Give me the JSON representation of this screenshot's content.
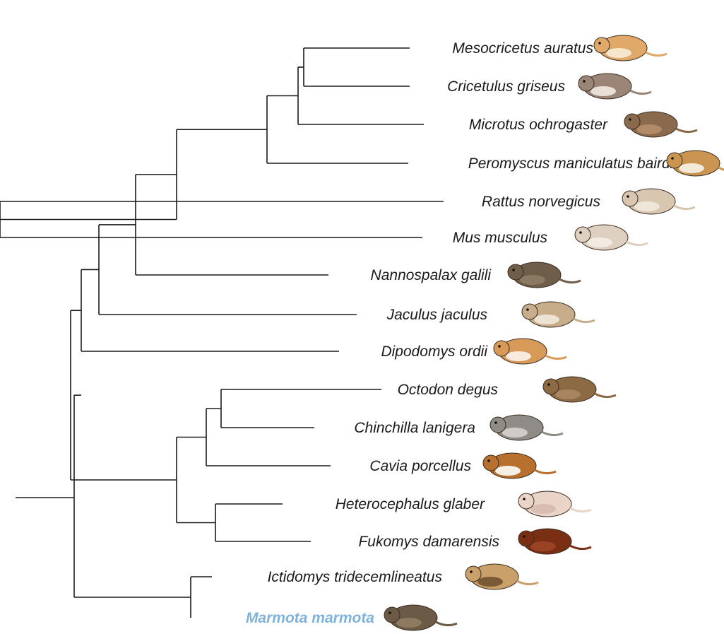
{
  "tree": {
    "highlight_color": "#7fb2d9",
    "line_color": "#1a1a1a",
    "root": {
      "children": [
        {
          "children": [
            {
              "children": [
                {
                  "children": [
                    {
                      "children": [
                        {
                          "children": [
                            {
                              "children": [
                                {
                                  "children": [
                                    {
                                      "name": "Mesocricetus auratus",
                                      "icon": "golden-hamster-icon"
                                    },
                                    {
                                      "name": "Cricetulus griseus",
                                      "icon": "chinese-hamster-icon"
                                    }
                                  ]
                                },
                                {
                                  "name": "Microtus ochrogaster",
                                  "icon": "prairie-vole-icon"
                                }
                              ]
                            },
                            {
                              "name": "Peromyscus maniculatus bairdii",
                              "icon": "deer-mouse-icon"
                            }
                          ]
                        },
                        {
                          "children": [
                            {
                              "name": "Rattus norvegicus",
                              "icon": "rat-icon"
                            },
                            {
                              "name": "Mus musculus",
                              "icon": "mouse-icon"
                            }
                          ]
                        }
                      ]
                    },
                    {
                      "name": "Nannospalax galili",
                      "icon": "blind-mole-rat-icon"
                    }
                  ]
                },
                {
                  "name": "Jaculus jaculus",
                  "icon": "jerboa-icon"
                }
              ]
            },
            {
              "name": "Dipodomys ordii",
              "icon": "kangaroo-rat-icon"
            }
          ]
        },
        {
          "children": [
            {
              "children": [
                {
                  "children": [
                    {
                      "name": "Octodon degus",
                      "icon": "degu-icon"
                    },
                    {
                      "name": "Chinchilla lanigera",
                      "icon": "chinchilla-icon"
                    }
                  ]
                },
                {
                  "name": "Cavia porcellus",
                  "icon": "guinea-pig-icon"
                }
              ]
            },
            {
              "children": [
                {
                  "name": "Heterocephalus glaber",
                  "icon": "naked-mole-rat-icon"
                },
                {
                  "name": "Fukomys damarensis",
                  "icon": "damaraland-mole-rat-icon"
                }
              ]
            }
          ]
        }
      ]
    },
    "outgroup": {
      "children": [
        {
          "name": "Ictidomys tridecemlineatus",
          "icon": "ground-squirrel-icon"
        },
        {
          "name": "Marmota marmota",
          "icon": "marmot-icon",
          "highlight": true
        }
      ]
    }
  }
}
